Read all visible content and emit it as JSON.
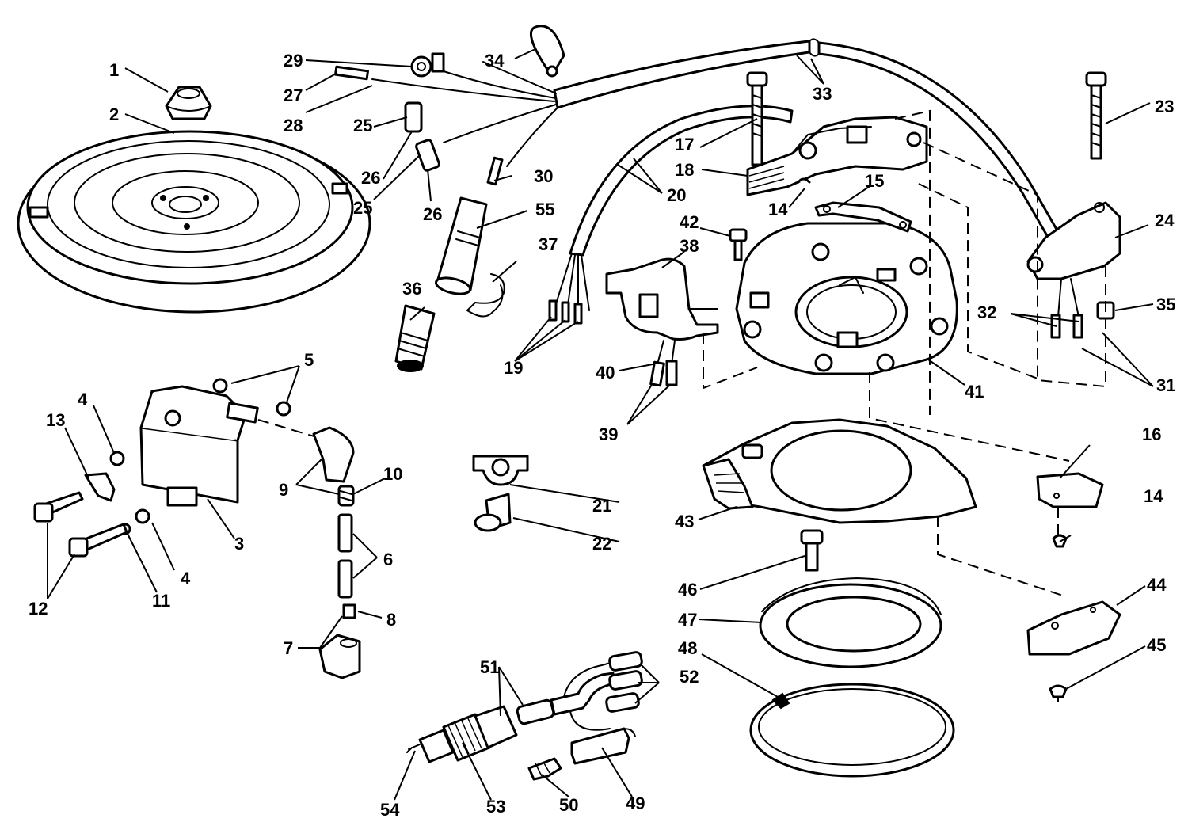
{
  "callouts": {
    "c1": "1",
    "c2": "2",
    "c3": "3",
    "c4a": "4",
    "c4b": "4",
    "c5": "5",
    "c6": "6",
    "c7": "7",
    "c8": "8",
    "c9": "9",
    "c10": "10",
    "c11": "11",
    "c12": "12",
    "c13": "13",
    "c14a": "14",
    "c14b": "14",
    "c15": "15",
    "c16": "16",
    "c17": "17",
    "c18": "18",
    "c19": "19",
    "c20": "20",
    "c21": "21",
    "c22": "22",
    "c23": "23",
    "c24": "24",
    "c25a": "25",
    "c25b": "25",
    "c26a": "26",
    "c26b": "26",
    "c27": "27",
    "c28": "28",
    "c29": "29",
    "c30": "30",
    "c31": "31",
    "c32": "32",
    "c33": "33",
    "c34": "34",
    "c35": "35",
    "c36": "36",
    "c37": "37",
    "c38": "38",
    "c39": "39",
    "c40": "40",
    "c41": "41",
    "c42": "42",
    "c43": "43",
    "c44": "44",
    "c45": "45",
    "c46": "46",
    "c47": "47",
    "c48": "48",
    "c49": "49",
    "c50": "50",
    "c51": "51",
    "c52": "52",
    "c53": "53",
    "c54": "54",
    "c55": "55"
  }
}
